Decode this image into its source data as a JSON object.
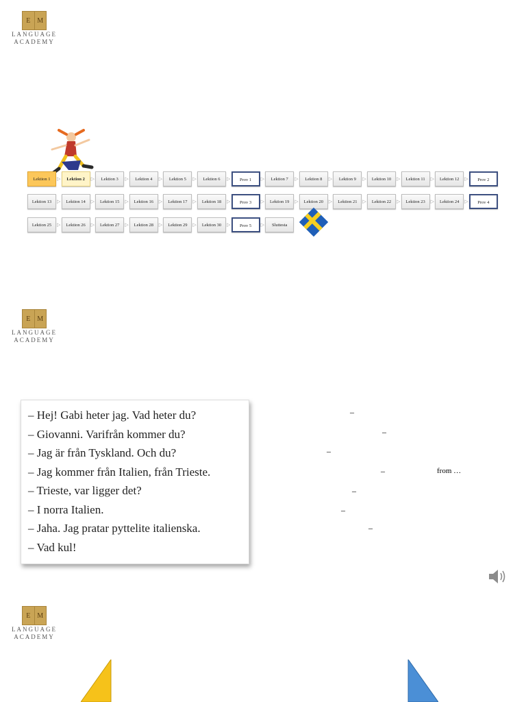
{
  "logos": [
    {
      "letters": [
        "E",
        "M"
      ],
      "line1": "LANGUAGE",
      "line2": "ACADEMY"
    },
    {
      "letters": [
        "E",
        "M"
      ],
      "line1": "LANGUAGE",
      "line2": "ACADEMY"
    },
    {
      "letters": [
        "E",
        "M"
      ],
      "line1": "LANGUAGE",
      "line2": "ACADEMY"
    }
  ],
  "roadmap": {
    "row1": [
      "Lektion 1",
      "Lektion 2",
      "Lektion 3",
      "Lektion 4",
      "Lektion 5",
      "Lektion 6",
      "Prov 1",
      "Lektion 7",
      "Lektion 8",
      "Lektion 9",
      "Lektion 10",
      "Lektion 11",
      "Lektion 12",
      "Prov 2"
    ],
    "row2": [
      "Lektion 13",
      "Lektion 14",
      "Lektion 15",
      "Lektion 16",
      "Lektion 17",
      "Lektion 18",
      "Prov 3",
      "Lektion 19",
      "Lektion 20",
      "Lektion 21",
      "Lektion 22",
      "Lektion 23",
      "Lektion 24",
      "Prov 4"
    ],
    "row3": [
      "Lektion 25",
      "Lektion 26",
      "Lektion 27",
      "Lektion 28",
      "Lektion 29",
      "Lektion 30",
      "Prov 5",
      "Sluttesta"
    ]
  },
  "dialogue": [
    "– Hej! Gabi heter jag. Vad heter du?",
    "– Giovanni. Varifrån kommer du?",
    "– Jag är från Tyskland. Och du?",
    "– Jag kommer från Italien, från Trieste.",
    "– Trieste, var ligger det?",
    "– I norra Italien.",
    "– Jaha. Jag pratar pyttelite italienska.",
    "– Vad kul!"
  ],
  "translation_dashes": [
    "–",
    "–",
    "–",
    "–",
    "–",
    "–",
    "–"
  ],
  "translation_note": "from …",
  "icons": {
    "sound": "speaker-icon",
    "flag": "sweden-flag-icon",
    "character": "pippi-figure-icon"
  },
  "colors": {
    "active": "#fcc75a",
    "prov_border": "#3c4f80",
    "nav_prev": "#f6c21a",
    "nav_next": "#4b8fd6"
  }
}
